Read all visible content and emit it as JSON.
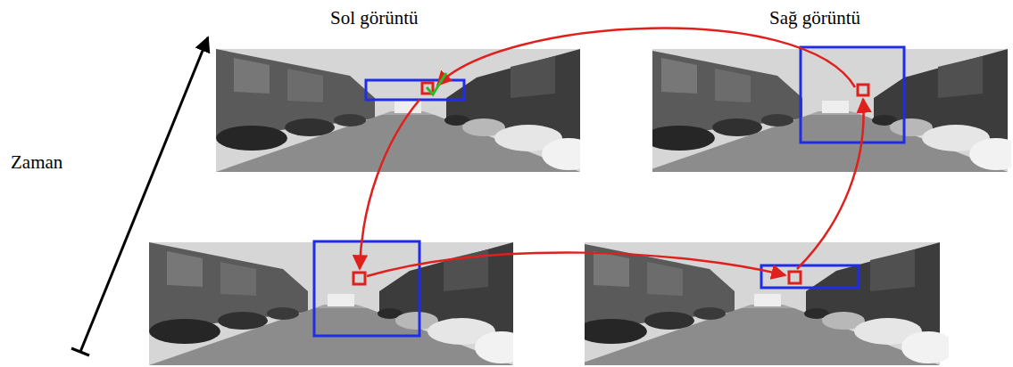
{
  "diagram": {
    "labels": [
      "Sol görüntü",
      "Sağ görüntü",
      "Zaman"
    ]
  }
}
